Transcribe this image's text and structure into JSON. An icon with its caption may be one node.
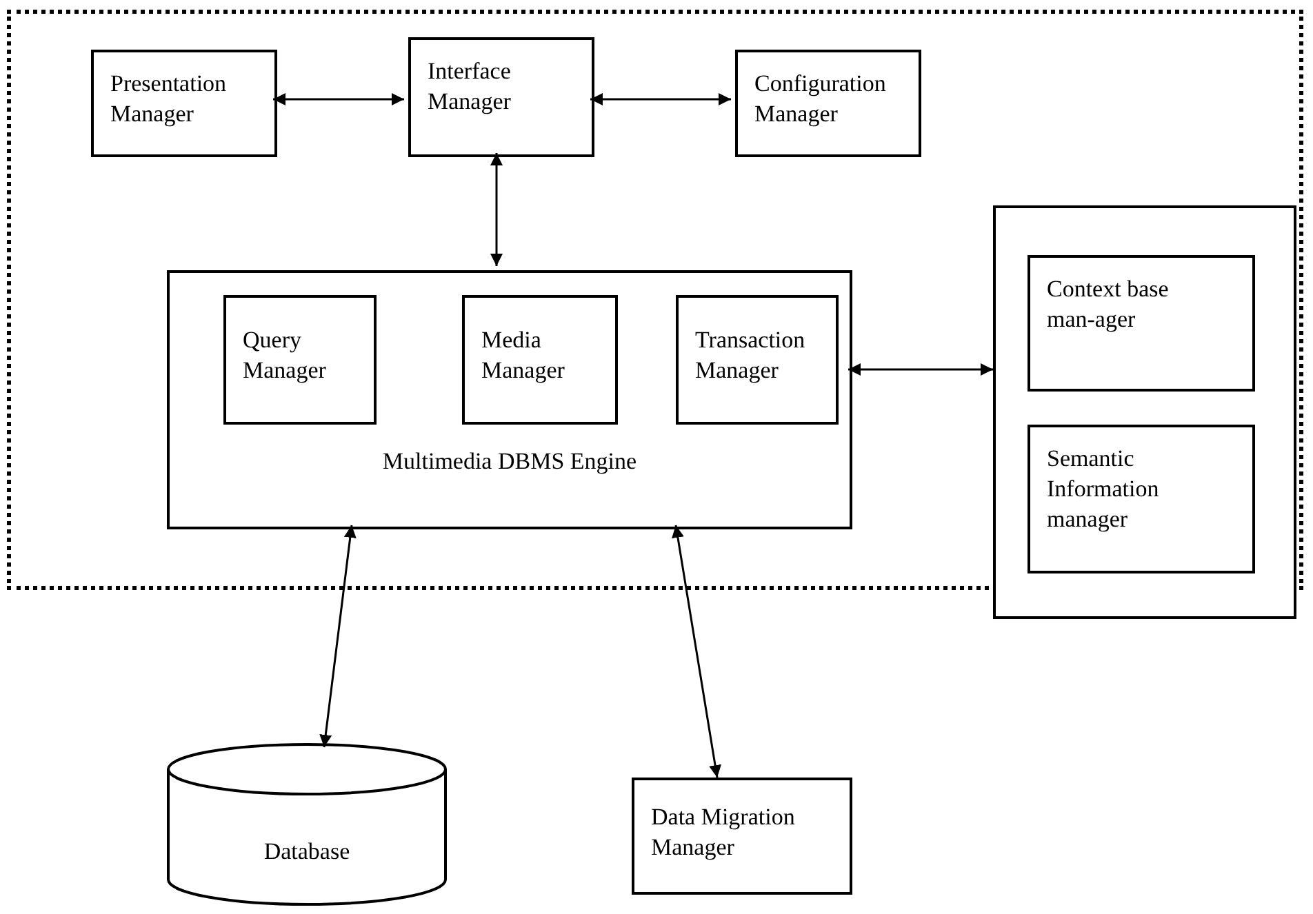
{
  "diagram": {
    "nodes": [
      {
        "text": [],
        "shape": "box"
      },
      {
        "text": [
          "Presentation Manager"
        ],
        "in": 0
      },
      {
        "text": [
          "Interface Manager"
        ],
        "in": 0
      },
      {
        "text": [
          "Configuration Manager"
        ],
        "in": 0
      },
      {
        "text": [
          "Multimedia DBMS Engine"
        ],
        "in": 0
      },
      {
        "text": [
          "Query Manager"
        ],
        "in": 4
      },
      {
        "text": [
          "Media Manager"
        ],
        "in": 4
      },
      {
        "text": [
          "Transaction Manager"
        ],
        "in": 4
      },
      {
        "text": [],
        "shape": "box"
      },
      {
        "text": [
          "Context base man-ager"
        ],
        "in": 8
      },
      {
        "text": [
          "Semantic Information manager"
        ],
        "in": 8
      },
      {
        "text": [
          "Database"
        ]
      },
      {
        "text": [
          "Data Migration Manager"
        ]
      }
    ],
    "edges": [
      {
        "from": 1,
        "to": 2,
        "arrow": "both"
      },
      {
        "from": 2,
        "to": 3,
        "arrow": "both"
      },
      {
        "from": 2,
        "to": 4,
        "arrow": "both"
      },
      {
        "from": 4,
        "to": 8,
        "arrow": "both"
      },
      {
        "from": 4,
        "to": 11,
        "arrow": "both"
      },
      {
        "from": 4,
        "to": 12,
        "arrow": "both"
      }
    ]
  }
}
